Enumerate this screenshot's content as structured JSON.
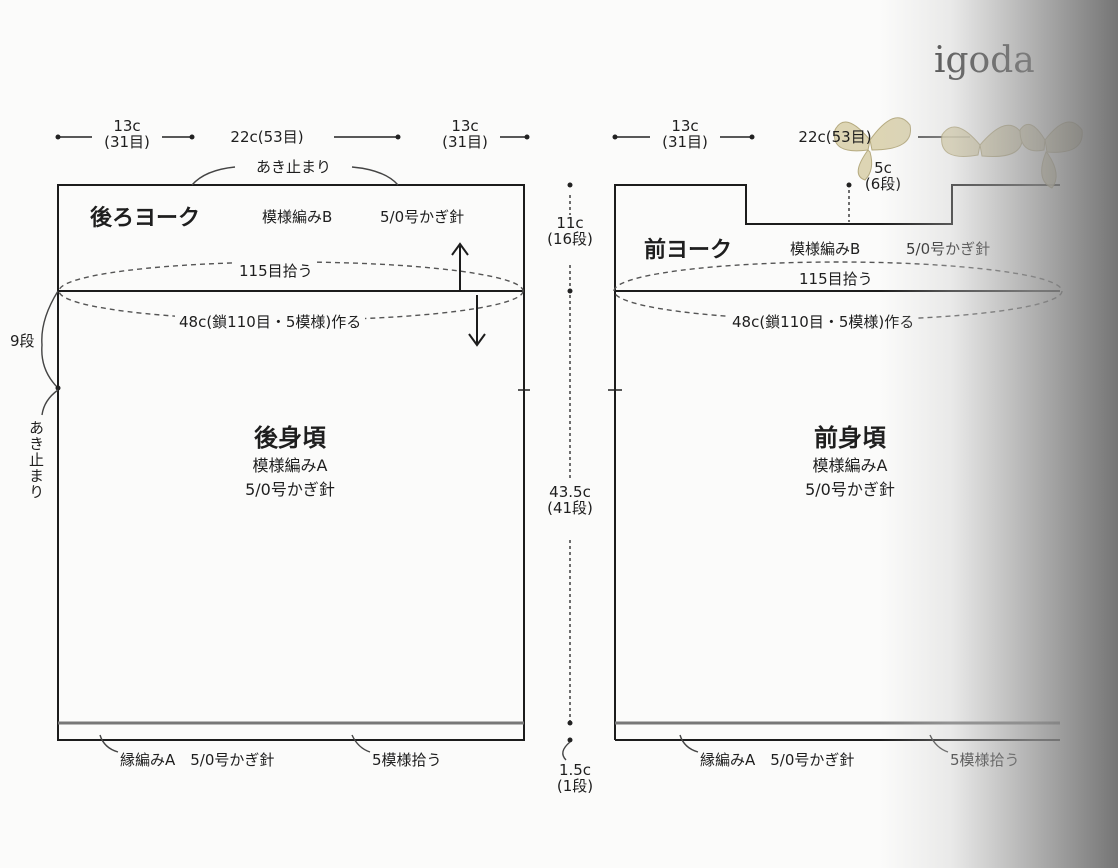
{
  "brand": "igoda",
  "back": {
    "top_dims": [
      {
        "main": "13c",
        "sub": "(31目)"
      },
      {
        "main": "22c(53目)",
        "sub": ""
      },
      {
        "main": "13c",
        "sub": "(31目)"
      }
    ],
    "opening_top": "あき止まり",
    "yoke_title": "後ろヨーク",
    "yoke_pattern": "模様編みB",
    "yoke_hook": "5/0号かぎ針",
    "pickup": "115目拾う",
    "chain": "48c(鎖110目・5模様)作る",
    "side_rows": "9段",
    "side_opening": "あき止まり",
    "body_title": "後身頃",
    "body_pattern": "模様編みA",
    "body_hook": "5/0号かぎ針",
    "edge": "縁編みA　5/0号かぎ針",
    "edge_pickup": "5模様拾う"
  },
  "middle": {
    "yoke_h": "11c",
    "yoke_rows": "(16段)",
    "body_h": "43.5c",
    "body_rows": "(41段)",
    "edge_h": "1.5c",
    "edge_rows": "(1段)"
  },
  "front": {
    "top_dims": [
      {
        "main": "13c",
        "sub": "(31目)"
      },
      {
        "main": "22c(53目)",
        "sub": ""
      }
    ],
    "neck_depth": "5c",
    "neck_rows": "(6段)",
    "yoke_title": "前ヨーク",
    "yoke_pattern": "模様編みB",
    "yoke_hook": "5/0号かぎ針",
    "pickup": "115目拾う",
    "chain": "48c(鎖110目・5模様)作る",
    "body_title": "前身頃",
    "body_pattern": "模様編みA",
    "body_hook": "5/0号かぎ針",
    "edge": "縁編みA　5/0号かぎ針",
    "edge_pickup": "5模様拾う"
  },
  "colors": {
    "line": "#1c1c1c",
    "dash": "#555555",
    "paper": "#fbfbfa"
  }
}
